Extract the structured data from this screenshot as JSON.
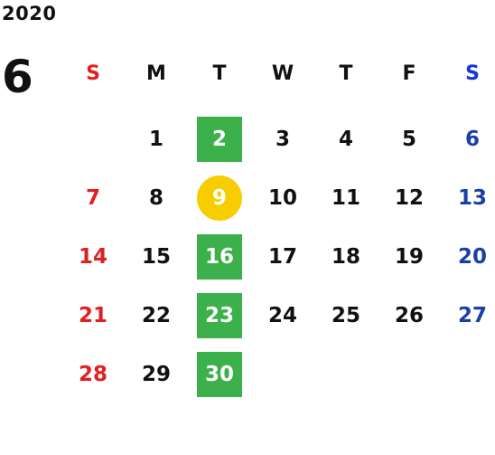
{
  "year": "2020",
  "month": "6",
  "weekdays": [
    "S",
    "M",
    "T",
    "W",
    "T",
    "F",
    "S"
  ],
  "weeks": [
    [
      "",
      "1",
      "2",
      "3",
      "4",
      "5",
      "6"
    ],
    [
      "7",
      "8",
      "9",
      "10",
      "11",
      "12",
      "13"
    ],
    [
      "14",
      "15",
      "16",
      "17",
      "18",
      "19",
      "20"
    ],
    [
      "21",
      "22",
      "23",
      "24",
      "25",
      "26",
      "27"
    ],
    [
      "28",
      "29",
      "30",
      "",
      "",
      "",
      ""
    ]
  ],
  "highlights": {
    "green_days": [
      "2",
      "16",
      "23",
      "30"
    ],
    "today": "9"
  },
  "colors": {
    "sunday": "#e02020",
    "saturday": "#1a3fa6",
    "green_highlight": "#3cb04a",
    "today_highlight": "#f7cd00"
  }
}
